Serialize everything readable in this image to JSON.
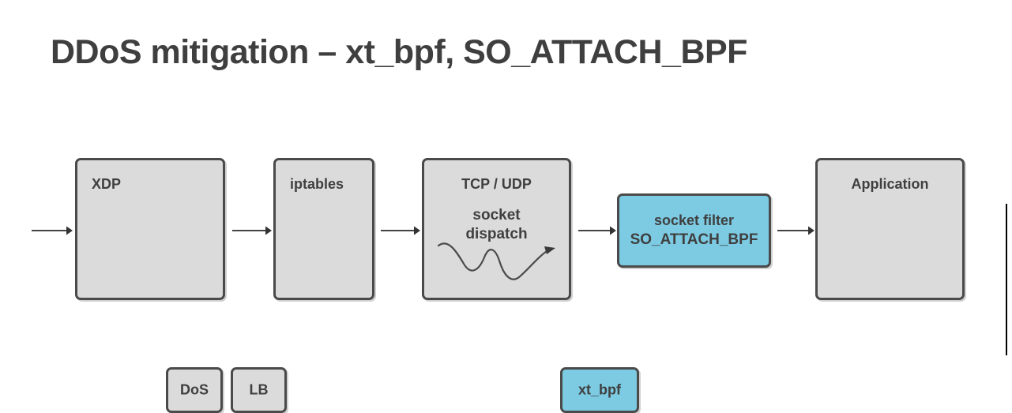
{
  "slide": {
    "title": "DDoS mitigation – xt_bpf, SO_ATTACH_BPF",
    "background": "#ffffff"
  },
  "colors": {
    "box_fill": "#dbdbdb",
    "box_border": "#4a4a4a",
    "accent_fill": "#7ccbe3",
    "text": "#3f3f3f",
    "arrow": "#444444",
    "rule": "#000000"
  },
  "diagram": {
    "type": "pipeline-flow",
    "direction": "left-to-right",
    "nodes": [
      {
        "id": "xdp",
        "label": "XDP",
        "style": "grey",
        "children": [
          {
            "id": "dos",
            "label": "DoS",
            "style": "grey"
          },
          {
            "id": "lb",
            "label": "LB",
            "style": "grey"
          }
        ]
      },
      {
        "id": "iptables",
        "label": "iptables",
        "style": "grey",
        "children": [
          {
            "id": "xt_bpf",
            "label": "xt_bpf",
            "style": "accent"
          }
        ]
      },
      {
        "id": "tcpudp",
        "label": "TCP / UDP",
        "style": "grey",
        "sublabel_line1": "socket",
        "sublabel_line2": "dispatch",
        "decoration": "wavy-arrow-icon"
      },
      {
        "id": "sockfilter",
        "label_line1": "socket filter",
        "label_line2": "SO_ATTACH_BPF",
        "style": "accent"
      },
      {
        "id": "application",
        "label": "Application",
        "style": "grey"
      }
    ],
    "connectors": [
      {
        "id": "arrow-in",
        "from": "ingress",
        "to": "xdp"
      },
      {
        "id": "arrow-xdp-ipt",
        "from": "xdp",
        "to": "iptables"
      },
      {
        "id": "arrow-ipt-tcp",
        "from": "iptables",
        "to": "tcpudp"
      },
      {
        "id": "arrow-tcp-sf",
        "from": "tcpudp",
        "to": "sockfilter"
      },
      {
        "id": "arrow-sf-app",
        "from": "sockfilter",
        "to": "application"
      }
    ]
  }
}
